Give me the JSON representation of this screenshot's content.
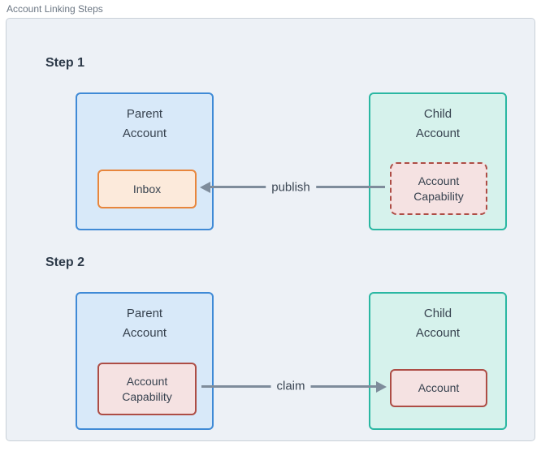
{
  "title": "Account Linking Steps",
  "colors": {
    "panel_background": "#edf1f6",
    "panel_border": "#c9d0d8",
    "parent_account_fill": "#d8e9f9",
    "parent_account_border": "#3f8ad6",
    "child_account_fill": "#d6f2ec",
    "child_account_border": "#2ab7a2",
    "inbox_fill": "#fceadb",
    "inbox_border": "#e8863c",
    "capability_fill": "#f5e2e2",
    "capability_border": "#ad4d45",
    "arrow": "#7e8c9b",
    "text": "#37424f",
    "title_text": "#6b7683"
  },
  "steps": [
    {
      "label": "Step 1",
      "parent": {
        "title": "Parent\nAccount",
        "inner": "Inbox"
      },
      "child": {
        "title": "Child\nAccount",
        "inner": "Account\nCapability"
      },
      "arrow": {
        "label": "publish",
        "direction": "child-to-parent"
      }
    },
    {
      "label": "Step 2",
      "parent": {
        "title": "Parent\nAccount",
        "inner": "Account\nCapability"
      },
      "child": {
        "title": "Child\nAccount",
        "inner": "Account"
      },
      "arrow": {
        "label": "claim",
        "direction": "parent-to-child"
      }
    }
  ]
}
